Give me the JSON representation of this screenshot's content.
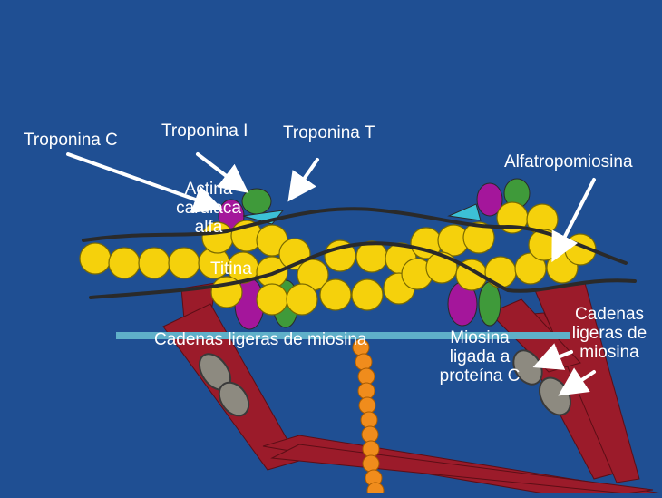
{
  "labels": {
    "troponina_c": "Troponina C",
    "troponina_i": "Troponina I",
    "troponina_t": "Troponina T",
    "alfatropomiosina": "Alfatropomiosina",
    "actina": [
      "Actina",
      "cardiaca",
      "alfa"
    ],
    "titina": "Titina",
    "cadenas_ligeras_center": "Cadenas ligeras de miosina",
    "miosina_ligada": [
      "Miosina",
      "ligada a",
      "proteína C"
    ],
    "cadenas_ligeras_right": [
      "Cadenas",
      "ligeras de",
      "miosina"
    ]
  },
  "colors": {
    "background": "#1f4f93",
    "actin_bead": "#f5d10c",
    "bead_outline": "#7a6a00",
    "tropomyosin_strand": "#2a2a2a",
    "myosin_red": "#9b1b2a",
    "troponin_c_green": "#3f9a3a",
    "troponin_i_magenta": "#a4169b",
    "troponin_t_cyan": "#3cc1d6",
    "myosin_light_chain_grey": "#8d8a80",
    "titin_orange": "#f08c1c",
    "thick_filament": "#5fb0c9",
    "arrow": "#ffffff"
  }
}
